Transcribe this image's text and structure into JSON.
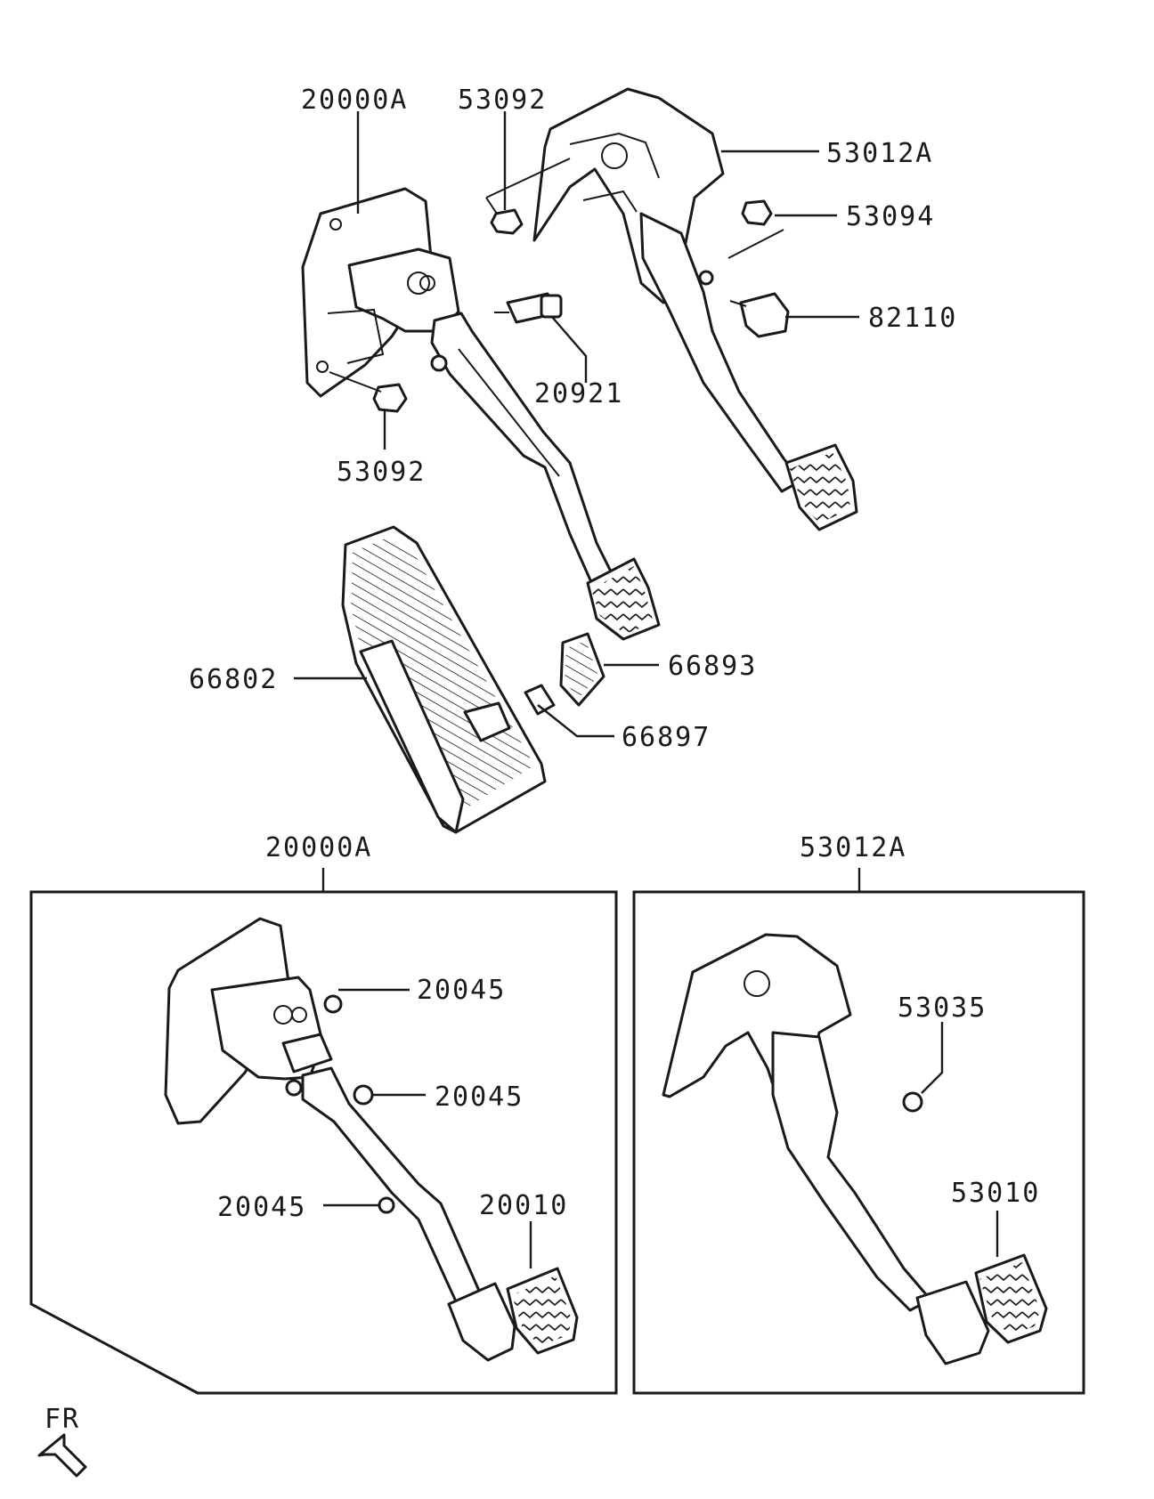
{
  "labels": {
    "top_assy_clutch": "20000A",
    "top_assy_brake": "53012A",
    "nut_upper": "53092",
    "nut_lower": "53092",
    "nut_brake": "53094",
    "stop_switch": "82110",
    "clutch_switch": "20921",
    "accel_pedal": "66802",
    "stopper_pad": "66893",
    "stopper_bolt": "66897",
    "box_left_title": "20000A",
    "box_right_title": "53012A",
    "bush_1": "20045",
    "bush_2": "20045",
    "bush_3": "20045",
    "clutch_pad": "20010",
    "brake_bush": "53035",
    "brake_pad": "53010",
    "front_marker": "FR"
  }
}
